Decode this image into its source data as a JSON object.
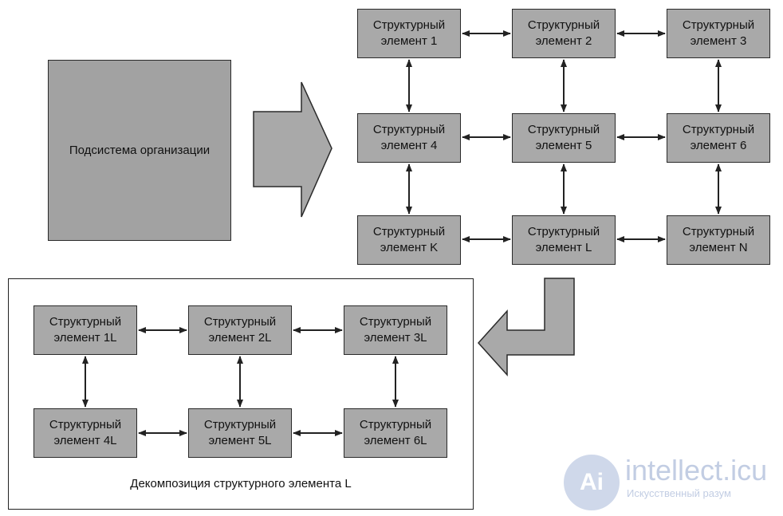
{
  "subsystem": {
    "line1": "Подсистема",
    "line2": "организации"
  },
  "top_grid": [
    {
      "line1": "Структурный",
      "line2": "элемент 1"
    },
    {
      "line1": "Структурный",
      "line2": "элемент 2"
    },
    {
      "line1": "Структурный",
      "line2": "элемент 3"
    },
    {
      "line1": "Структурный",
      "line2": "элемент 4"
    },
    {
      "line1": "Структурный",
      "line2": "элемент 5"
    },
    {
      "line1": "Структурный",
      "line2": "элемент 6"
    },
    {
      "line1": "Структурный",
      "line2": "элемент K"
    },
    {
      "line1": "Структурный",
      "line2": "элемент L"
    },
    {
      "line1": "Структурный",
      "line2": "элемент N"
    }
  ],
  "decomposition": {
    "caption": "Декомпозиция структурного элемента L",
    "elements": [
      {
        "line1": "Структурный",
        "line2": "элемент 1L"
      },
      {
        "line1": "Структурный",
        "line2": "элемент 2L"
      },
      {
        "line1": "Структурный",
        "line2": "элемент 3L"
      },
      {
        "line1": "Структурный",
        "line2": "элемент 4L"
      },
      {
        "line1": "Структурный",
        "line2": "элемент 5L"
      },
      {
        "line1": "Структурный",
        "line2": "элемент 6L"
      }
    ]
  },
  "watermark": {
    "logo_text": "Ai",
    "name": "intellect.icu",
    "tagline": "Искусственный разум"
  },
  "colors": {
    "box_fill": "#a9a9a9",
    "arrow_fill": "#a9a9a9",
    "stroke": "#2a2a2a"
  }
}
